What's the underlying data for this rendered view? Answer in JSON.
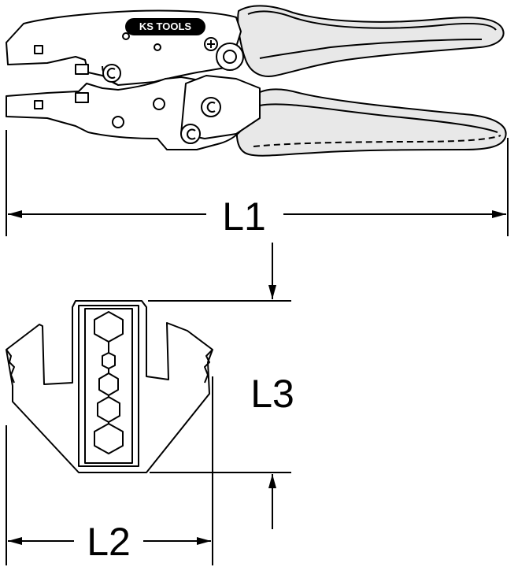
{
  "logo": {
    "brand": "KS TOOLS"
  },
  "dimensions": {
    "L1": "L1",
    "L2": "L2",
    "L3": "L3"
  },
  "colors": {
    "stroke": "#000000",
    "background": "#ffffff",
    "grip": "#bdbdbd"
  }
}
